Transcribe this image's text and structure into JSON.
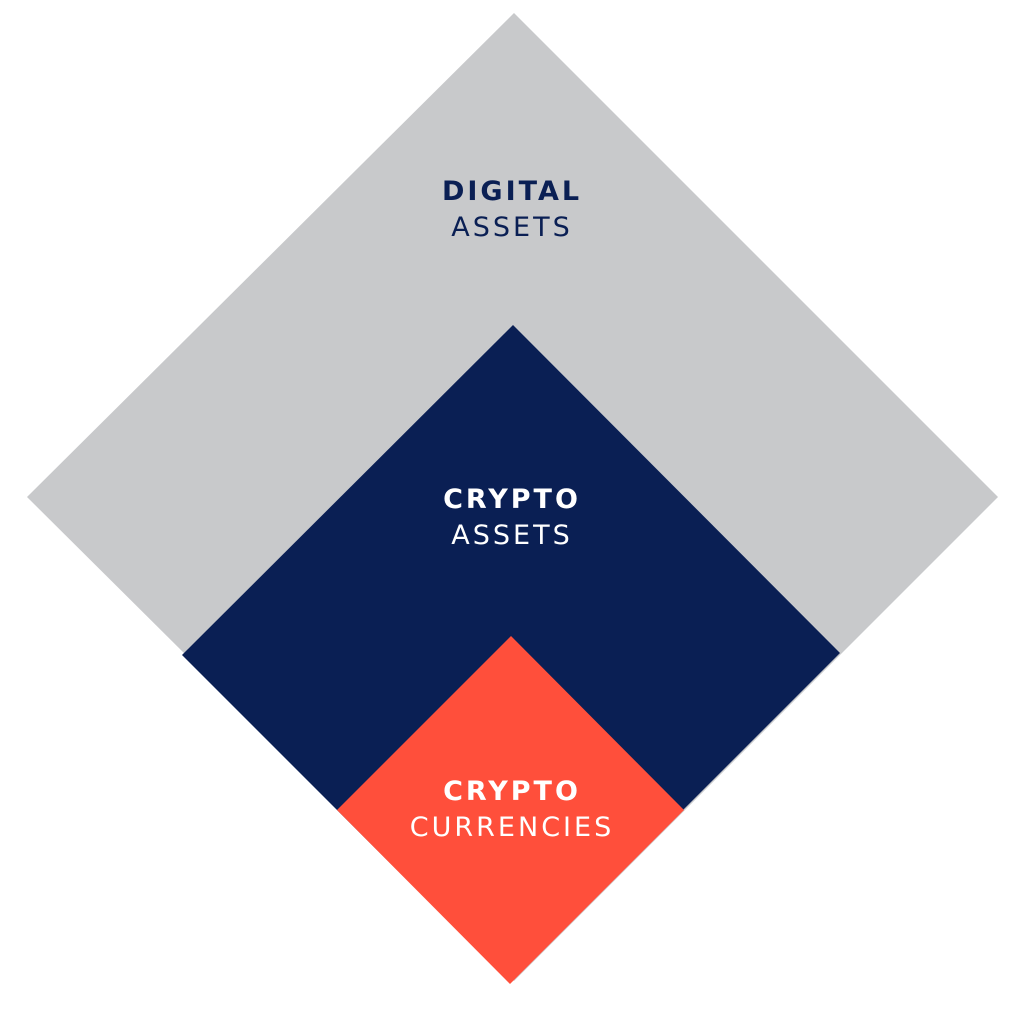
{
  "colors": {
    "digital": "#c8c9cb",
    "crypto_assets": "#0a1f54",
    "crypto_currencies": "#ff4f3b",
    "text_dark": "#0a1f54",
    "text_light": "#ffffff"
  },
  "layers": [
    {
      "line1": "DIGITAL",
      "line2": "ASSETS"
    },
    {
      "line1": "CRYPTO",
      "line2": "ASSETS"
    },
    {
      "line1": "CRYPTO",
      "line2": "CURRENCIES"
    }
  ]
}
